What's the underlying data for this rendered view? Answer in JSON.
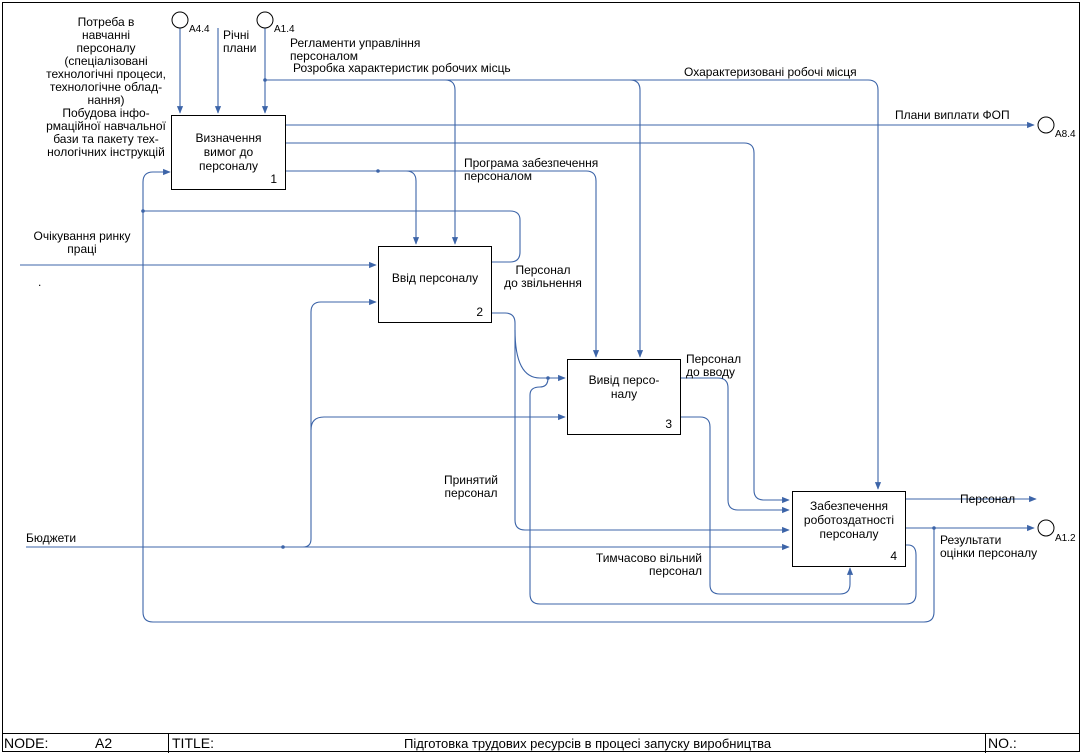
{
  "boxes": [
    {
      "title": "Визначення\nвимог до\nперсоналу",
      "num": "1"
    },
    {
      "title": "Ввід персоналу",
      "num": "2"
    },
    {
      "title": "Вивід персо-\nналу",
      "num": "3"
    },
    {
      "title": "Забезпечення\nроботоздатності\nперсоналу",
      "num": "4"
    }
  ],
  "labels": {
    "training_need": "Потреба в\nнавчанні\nперсоналу\n(спеціалізовані\nтехнологічні процеси,\nтехнологічне облад-\nнання)\nПобудова інфо-\nрмаційної навчальної\nбази та пакету тех-\nнологічних інструкцій",
    "annual_plans": "Річні\nплани",
    "regulations": "Регламенти управління\nперсоналом",
    "workplace_dev": "Розробка характеристик робочих місць",
    "characterized_workplaces": "Охарактеризовані робочі місця",
    "payroll_plans": "Плани виплати ФОП",
    "staffing_program": "Програма забезпечення\nперсоналом",
    "market_expectations": "Очікування ринку\nпраці",
    "dot": ".",
    "staff_to_dismissal": "Персонал\nдо звільнення",
    "staff_to_input": "Персонал\nдо вводу",
    "hired_staff": "Принятий\nперсонал",
    "budgets": "Бюджети",
    "temp_free_staff": "Тимчасово вільний\nперсонал",
    "staff_out": "Персонал",
    "evaluation_results": "Результати\nоцінки персоналу"
  },
  "tunnels": {
    "a44": "A4.4",
    "a14": "A1.4",
    "a84": "A8.4",
    "a12": "A1.2"
  },
  "footer": {
    "node_label": "NODE:",
    "node_value": "A2",
    "title_label": "TITLE:",
    "title_value": "Підготовка трудових ресурсів в процесі запуску виробництва",
    "no_label": "NO.:"
  },
  "colors": {
    "arrow": "#3c64a8"
  }
}
